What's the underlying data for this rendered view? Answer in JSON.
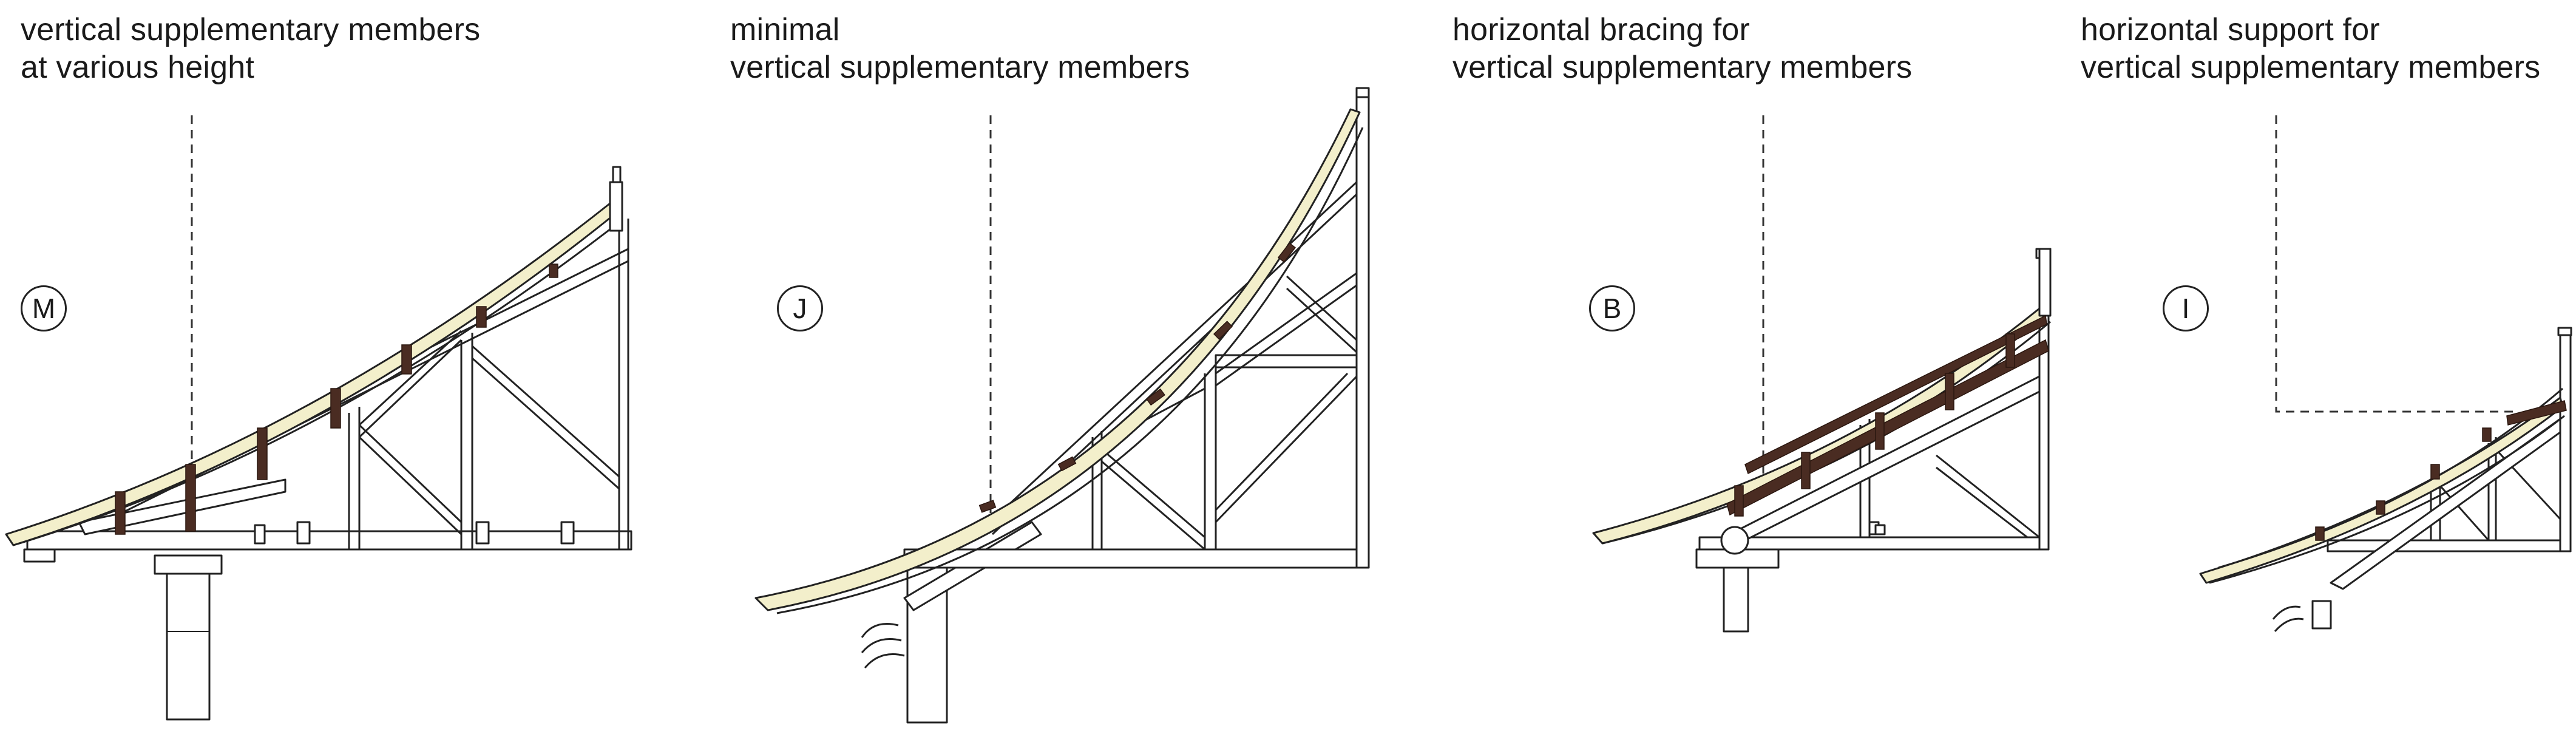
{
  "panels": [
    {
      "id": "M",
      "caption": [
        "vertical supplementary members",
        "at various height"
      ],
      "badge": "M"
    },
    {
      "id": "J",
      "caption": [
        "minimal",
        "vertical supplementary members"
      ],
      "badge": "J"
    },
    {
      "id": "B",
      "caption": [
        "horizontal bracing for",
        "vertical supplementary members"
      ],
      "badge": "B"
    },
    {
      "id": "I",
      "caption": [
        "horizontal support for",
        "vertical supplementary members"
      ],
      "badge": "I"
    }
  ],
  "colors": {
    "line": "#222222",
    "roof_fill": "#f3efcb",
    "member_fill": "#4a2c22",
    "timber_fill": "#ffffff"
  }
}
